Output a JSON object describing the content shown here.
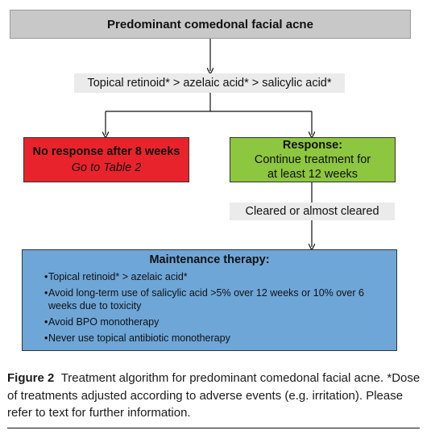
{
  "diagram": {
    "title": "Predominant comedonal facial acne",
    "treatment": "Topical retinoid* > azelaic acid* > salicylic acid*",
    "no_response": {
      "heading": "No response after 8 weeks",
      "action": "Go to Table 2"
    },
    "response": {
      "heading": "Response:",
      "line1": "Continue treatment for",
      "line2": "at least 12 weeks"
    },
    "cleared": "Cleared or almost cleared",
    "maintenance": {
      "heading": "Maintenance therapy:",
      "items": [
        "Topical retinoid* > azelaic acid*",
        "Avoid long-term use of salicylic acid >5% over 12 weeks or 10% over 6 weeks due to toxicity",
        "Avoid BPO monotherapy",
        "Never use topical antibiotic monotherapy"
      ]
    },
    "colors": {
      "title_fill": "#c8c8c8",
      "no_response_fill": "#e8232b",
      "response_fill": "#8dc63f",
      "maintenance_fill": "#6ea6d8",
      "label_fill": "#ebebeb"
    }
  },
  "caption": {
    "label": "Figure 2",
    "text": "Treatment algorithm for predominant comedonal facial acne. *Dose of treatments adjusted according to adverse events (e.g. irritation). Please refer to text for further information."
  }
}
